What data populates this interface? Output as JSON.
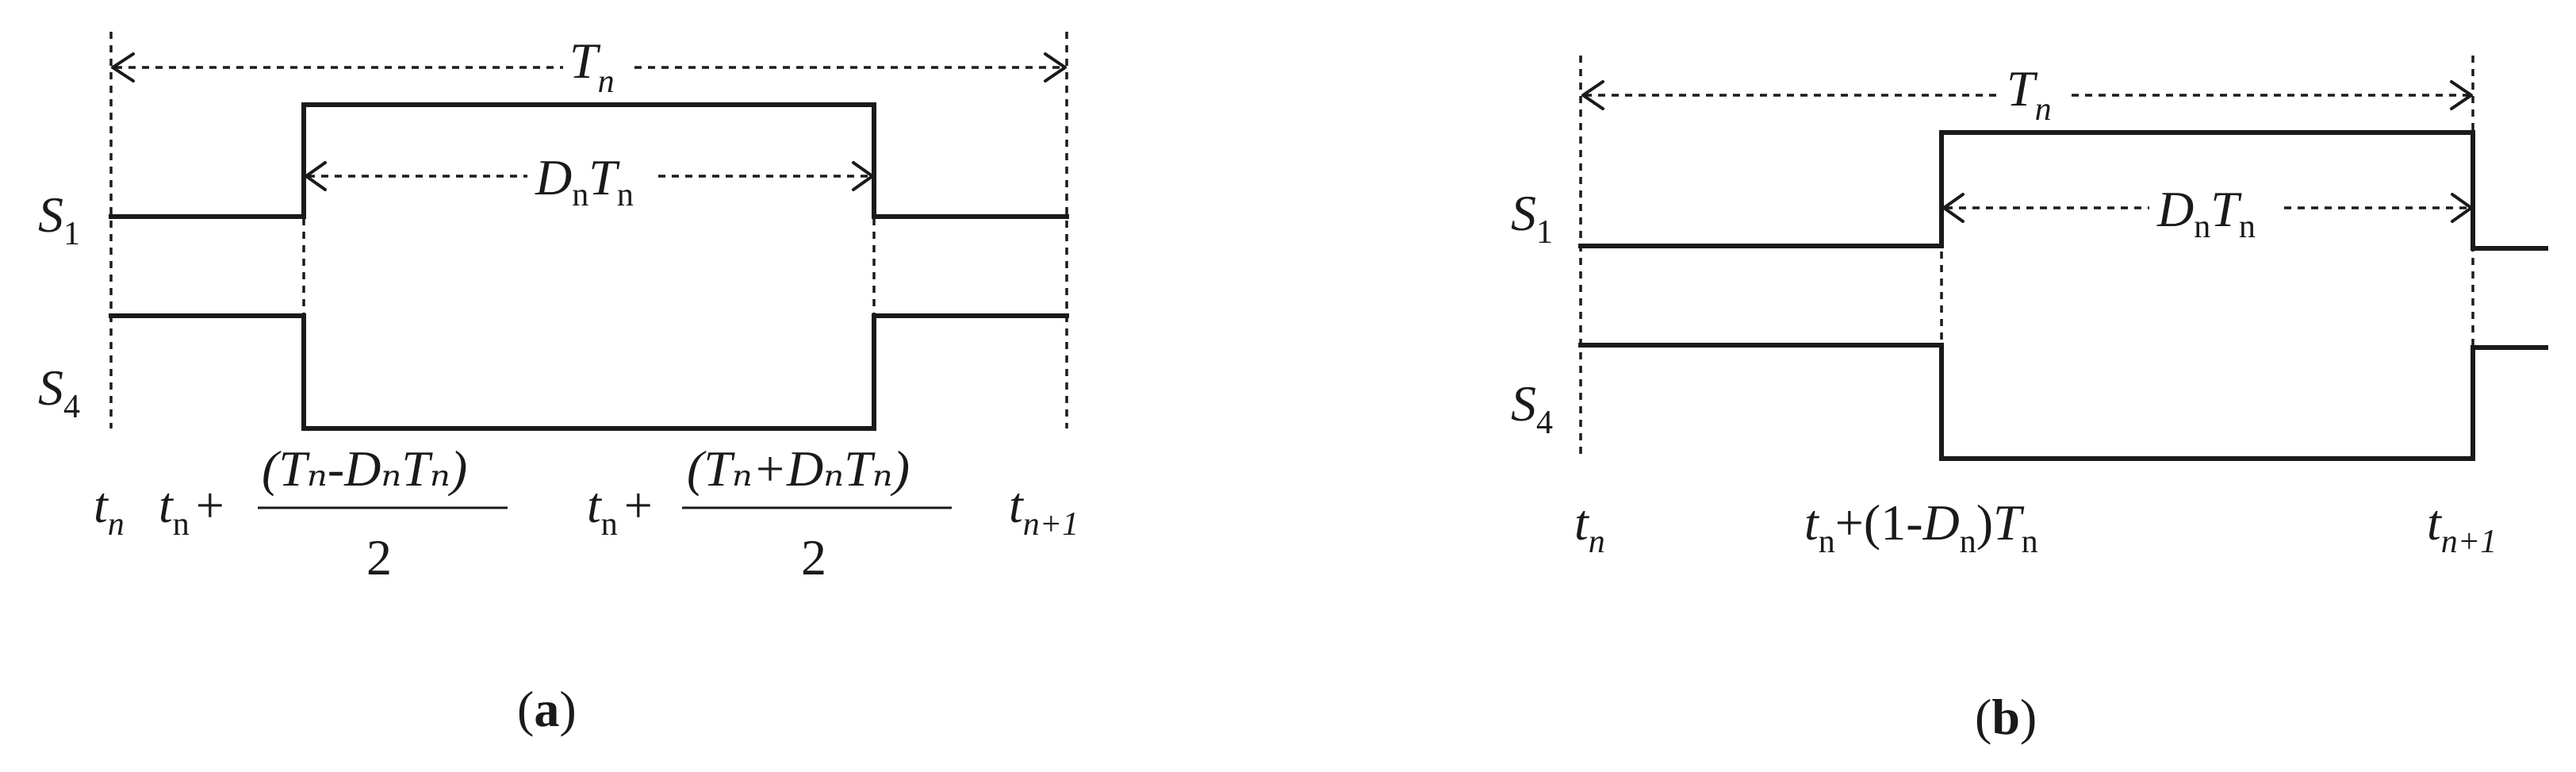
{
  "panel_a": {
    "period_label": {
      "main": "T",
      "sub": "n"
    },
    "pulse_label": {
      "d": "D",
      "d_sub": "n",
      "t": "T",
      "t_sub": "n"
    },
    "s1": {
      "main": "S",
      "sub": "1"
    },
    "s4": {
      "main": "S",
      "sub": "4"
    },
    "t_start": {
      "main": "t",
      "sub": "n"
    },
    "t_end": {
      "main": "t",
      "sub": "n+1"
    },
    "rise_expr": {
      "prefix_t": "t",
      "prefix_sub": "n",
      "plus": "+",
      "numerator": "(Tₙ-DₙTₙ)",
      "denominator": "2"
    },
    "fall_expr": {
      "prefix_t": "t",
      "prefix_sub": "n",
      "plus": "+",
      "numerator": "(Tₙ+DₙTₙ)",
      "denominator": "2"
    },
    "caption": {
      "open": "(",
      "letter": "a",
      "close": ")"
    }
  },
  "panel_b": {
    "period_label": {
      "main": "T",
      "sub": "n"
    },
    "pulse_label": {
      "d": "D",
      "d_sub": "n",
      "t": "T",
      "t_sub": "n"
    },
    "s1": {
      "main": "S",
      "sub": "1"
    },
    "s4": {
      "main": "S",
      "sub": "4"
    },
    "t_start": {
      "main": "t",
      "sub": "n"
    },
    "t_mid": {
      "t": "t",
      "t_sub": "n",
      "rest": "+(1-",
      "d": "D",
      "d_sub": "n",
      "close": ")",
      "T": "T",
      "T_sub": "n"
    },
    "t_end": {
      "main": "t",
      "sub": "n+1"
    },
    "caption": {
      "open": "(",
      "letter": "b",
      "close": ")"
    }
  }
}
